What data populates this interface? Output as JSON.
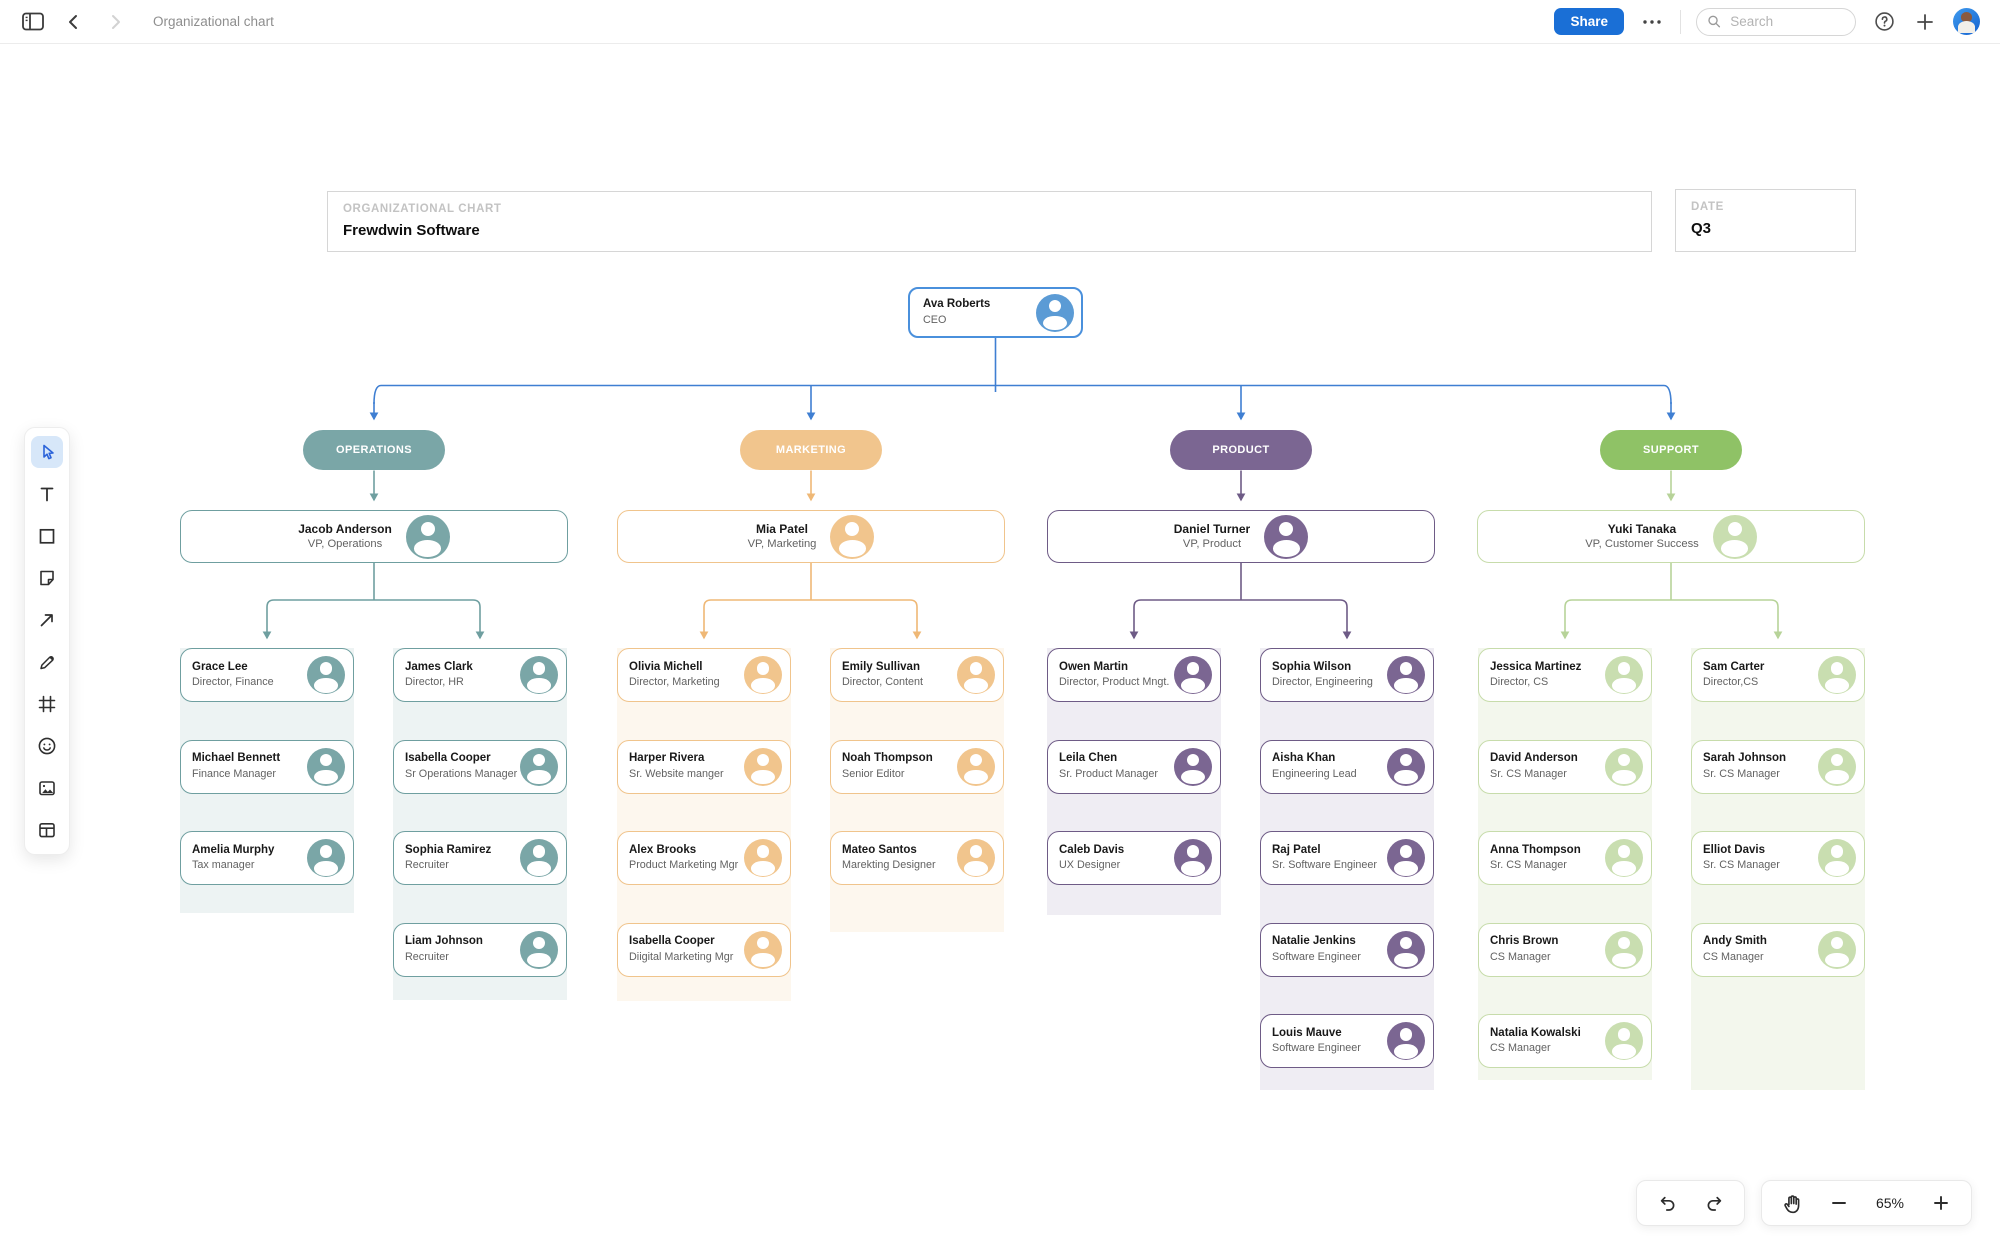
{
  "topbar": {
    "title": "Organizational chart",
    "share_label": "Share",
    "search_placeholder": "Search"
  },
  "canvas": {
    "title_block": {
      "label": "ORGANIZATIONAL CHART",
      "value": "Frewdwin Software"
    },
    "date_block": {
      "label": "DATE",
      "value": "Q3"
    }
  },
  "ceo": {
    "name": "Ava Roberts",
    "title": "CEO",
    "border": "#4a90dc",
    "avatar": "#5b9bd5",
    "line": "#3f7fd2"
  },
  "branches": [
    {
      "id": "operations",
      "label": "OPERATIONS",
      "colors": {
        "pill": "#7aa6a7",
        "line": "#6f9fa0",
        "border": "#6f9fa0",
        "avatar": "#7aa6a7",
        "column_bg": "#edf3f3"
      },
      "vp": {
        "name": "Jacob Anderson",
        "title": "VP, Operations"
      },
      "columns": [
        [
          {
            "name": "Grace Lee",
            "title": "Director, Finance"
          },
          {
            "name": "Michael Bennett",
            "title": "Finance Manager"
          },
          {
            "name": "Amelia Murphy",
            "title": "Tax manager"
          }
        ],
        [
          {
            "name": "James Clark",
            "title": "Director, HR"
          },
          {
            "name": "Isabella Cooper",
            "title": "Sr Operations Manager"
          },
          {
            "name": "Sophia Ramirez",
            "title": "Recruiter"
          },
          {
            "name": "Liam Johnson",
            "title": "Recruiter"
          }
        ]
      ]
    },
    {
      "id": "marketing",
      "label": "MARKETING",
      "colors": {
        "pill": "#f1c58d",
        "line": "#efb876",
        "border": "#f0c48c",
        "avatar": "#f1c58d",
        "column_bg": "#fdf7ee"
      },
      "vp": {
        "name": "Mia Patel",
        "title": "VP, Marketing"
      },
      "columns": [
        [
          {
            "name": "Olivia Michell",
            "title": "Director, Marketing"
          },
          {
            "name": "Harper Rivera",
            "title": "Sr. Website manger"
          },
          {
            "name": "Alex Brooks",
            "title": "Product Marketing Mgr"
          },
          {
            "name": "Isabella Cooper",
            "title": "Diigital Marketing Mgr"
          }
        ],
        [
          {
            "name": "Emily Sullivan",
            "title": "Director, Content"
          },
          {
            "name": "Noah Thompson",
            "title": "Senior Editor"
          },
          {
            "name": "Mateo Santos",
            "title": "Marekting Designer"
          }
        ]
      ]
    },
    {
      "id": "product",
      "label": "PRODUCT",
      "colors": {
        "pill": "#7b6692",
        "line": "#6e5b86",
        "border": "#6e5b86",
        "avatar": "#7b6692",
        "column_bg": "#efedf3"
      },
      "vp": {
        "name": "Daniel Turner",
        "title": "VP, Product"
      },
      "columns": [
        [
          {
            "name": "Owen Martin",
            "title": "Director, Product Mngt."
          },
          {
            "name": "Leila Chen",
            "title": "Sr. Product Manager"
          },
          {
            "name": "Caleb Davis",
            "title": "UX Designer"
          }
        ],
        [
          {
            "name": "Sophia Wilson",
            "title": "Director, Engineering"
          },
          {
            "name": "Aisha Khan",
            "title": "Engineering Lead"
          },
          {
            "name": "Raj Patel",
            "title": "Sr. Software Engineer"
          },
          {
            "name": "Natalie Jenkins",
            "title": "Software Engineer"
          },
          {
            "name": "Louis Mauve",
            "title": "Software Engineer"
          }
        ]
      ]
    },
    {
      "id": "support",
      "label": "SUPPORT",
      "colors": {
        "pill": "#8fc266",
        "line": "#b7d399",
        "border": "#c7dcab",
        "avatar": "#c9deb0",
        "column_bg": "#f3f7ed"
      },
      "vp": {
        "name": "Yuki Tanaka",
        "title": "VP, Customer Success"
      },
      "columns": [
        [
          {
            "name": "Jessica Martinez",
            "title": "Director, CS"
          },
          {
            "name": "David Anderson",
            "title": "Sr. CS Manager"
          },
          {
            "name": "Anna Thompson",
            "title": "Sr. CS Manager"
          },
          {
            "name": "Chris Brown",
            "title": "CS Manager"
          },
          {
            "name": "Natalia Kowalski",
            "title": "CS Manager"
          }
        ],
        [
          {
            "name": "Sam Carter",
            "title": "Director,CS"
          },
          {
            "name": "Sarah Johnson",
            "title": "Sr. CS Manager"
          },
          {
            "name": "Elliot Davis",
            "title": "Sr. CS Manager"
          },
          {
            "name": "Andy Smith",
            "title": "CS Manager"
          }
        ]
      ]
    }
  ],
  "controls": {
    "zoom_level": "65%"
  }
}
